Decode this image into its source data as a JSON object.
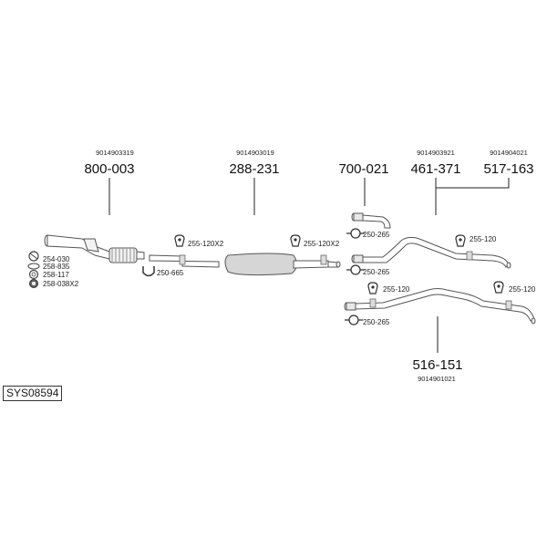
{
  "system_id": "SYS08594",
  "parts": {
    "p800": {
      "oem": "9014903319",
      "number": "800-003"
    },
    "p288": {
      "oem": "9014903019",
      "number": "288-231"
    },
    "p700": {
      "number": "700-021"
    },
    "p461": {
      "oem": "9014903921",
      "number": "461-371"
    },
    "p517": {
      "oem": "9014904021",
      "number": "517-163"
    },
    "p516": {
      "oem": "9014901021",
      "number": "516-151"
    }
  },
  "fittings": {
    "f254_030": "254-030",
    "f258_835": "258-835",
    "f258_117": "258-117",
    "f258_038": "258-038X2",
    "f250_665": "250-665",
    "f255_120x2_a": "255-120X2",
    "f255_120x2_b": "255-120X2",
    "f250_265_a": "250-265",
    "f250_265_b": "250-265",
    "f255_120_a": "255-120",
    "f250_265_c": "250-265",
    "f255_120_b": "255-120",
    "f255_120_c": "255-120"
  }
}
